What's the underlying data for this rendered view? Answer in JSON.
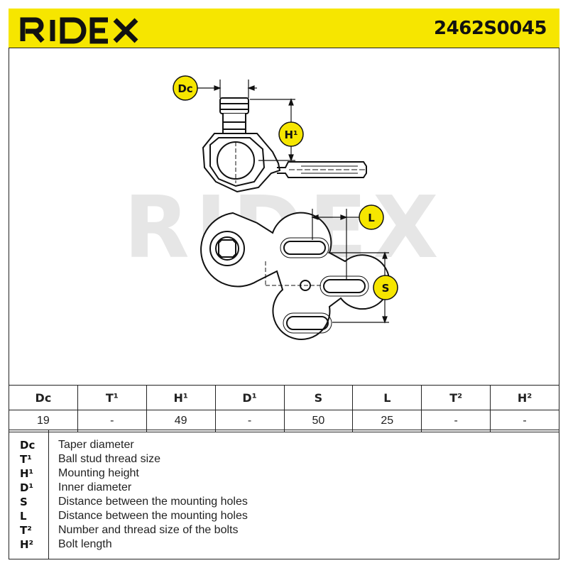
{
  "header": {
    "brand": "RIDEX",
    "part_number": "2462S0045"
  },
  "colors": {
    "accent": "#f6e600",
    "outline": "#111111",
    "watermark": "#e6e6e6"
  },
  "drawing": {
    "dim_labels": {
      "dc": "Dc",
      "h1": "H¹",
      "l": "L",
      "s": "S"
    },
    "watermark": "RIDEX"
  },
  "specs": {
    "headers": [
      "Dc",
      "T¹",
      "H¹",
      "D¹",
      "S",
      "L",
      "T²",
      "H²"
    ],
    "values": [
      "19",
      "-",
      "49",
      "-",
      "50",
      "25",
      "-",
      "-"
    ]
  },
  "legend": [
    {
      "code": "Dc",
      "desc": "Taper diameter"
    },
    {
      "code": "T¹",
      "desc": "Ball stud thread size"
    },
    {
      "code": "H¹",
      "desc": "Mounting height"
    },
    {
      "code": "D¹",
      "desc": "Inner diameter"
    },
    {
      "code": "S",
      "desc": "Distance between the mounting holes"
    },
    {
      "code": "L",
      "desc": "Distance between the mounting holes"
    },
    {
      "code": "T²",
      "desc": "Number and thread size of the bolts"
    },
    {
      "code": "H²",
      "desc": "Bolt length"
    }
  ]
}
